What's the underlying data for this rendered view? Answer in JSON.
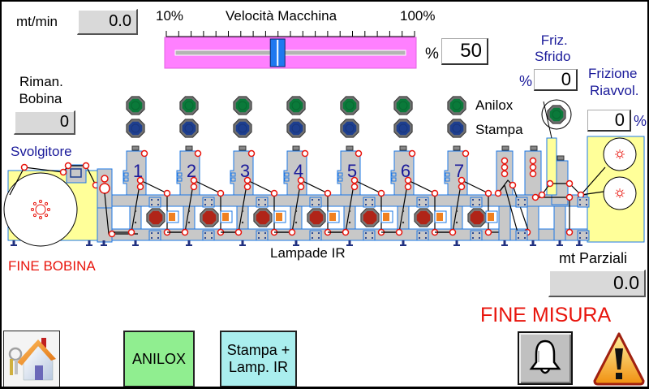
{
  "speed": {
    "unit_label": "mt/min",
    "value": "0.0"
  },
  "machine_speed": {
    "title": "Velocità Macchina",
    "min_label": "10%",
    "max_label": "100%",
    "slider_percent": 50,
    "percent_symbol": "%",
    "percent_value": "50"
  },
  "remaining_reel": {
    "label_line1": "Riman.",
    "label_line2": "Bobina",
    "value": "0"
  },
  "scrap_friction": {
    "label_line1": "Friz.",
    "label_line2": "Sfrido",
    "percent_symbol": "%",
    "value": "0"
  },
  "rewind_friction": {
    "label_line1": "Frizione",
    "label_line2": "Riavvol.",
    "percent_symbol": "%",
    "value": "0"
  },
  "diagram": {
    "unwinder_label": "Svolgitore",
    "reel_end_alarm": "FINE BOBINA",
    "ir_lamps_label": "Lampade  IR",
    "legend": [
      {
        "label": "Anilox",
        "color": "#0a7a3a"
      },
      {
        "label": "Stampa",
        "color": "#1e3f8f"
      }
    ],
    "print_units": [
      "1",
      "2",
      "3",
      "4",
      "5",
      "6",
      "7"
    ],
    "colors": {
      "frame_fill": "#c8c8c8",
      "frame_stroke": "#1e78e6",
      "unwinder_fill": "#ffff99",
      "anilox_led": "#0a7a3a",
      "print_led": "#1e3f8f",
      "ir_lamp": "#b02418",
      "heater": "#f08020",
      "roller": "#e8140c"
    }
  },
  "partial_meters": {
    "label": "mt Parziali",
    "value": "0.0"
  },
  "measure_end_alarm": "FINE MISURA",
  "buttons": {
    "home": "home-icon",
    "anilox": "ANILOX",
    "print_ir_line1": "Stampa +",
    "print_ir_line2": "Lamp. IR",
    "alarm_bell": "bell-icon",
    "warning": "warning-icon"
  }
}
